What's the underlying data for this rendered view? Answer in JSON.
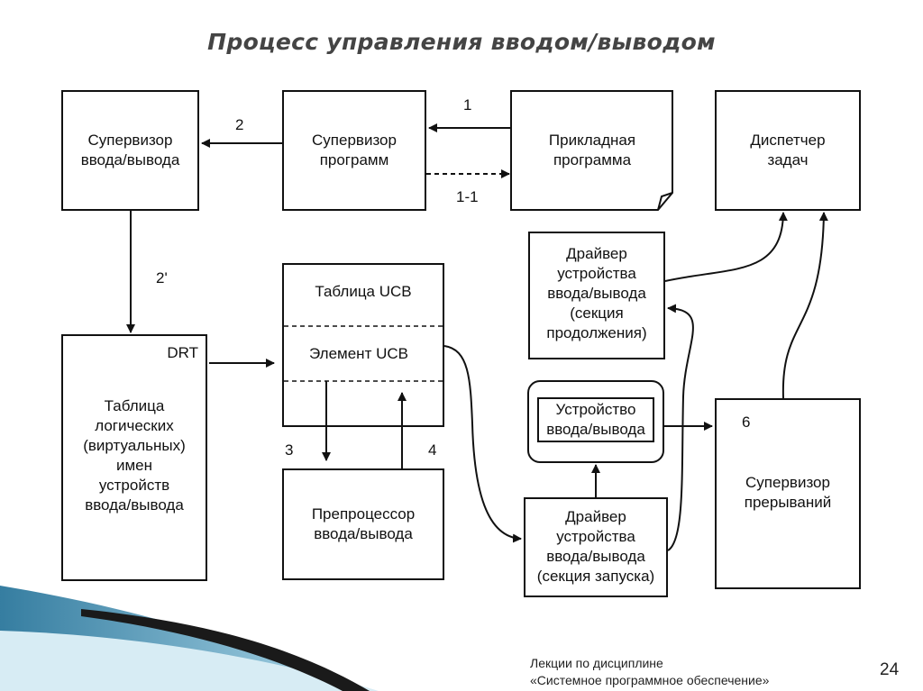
{
  "title": "Процесс управления вводом/выводом",
  "blocks": {
    "io_supervisor": "Супервизор\nввода/вывода",
    "program_supervisor": "Супервизор\nпрограмм",
    "application_program": "Прикладная\nпрограмма",
    "task_dispatcher": "Диспетчер\nзадач",
    "driver_continuation": "Драйвер\nустройства\nввода/вывода\n(секция\nпродолжения)",
    "ucb_table": "Таблица UCB",
    "ucb_element": "Элемент UCB",
    "drt_label": "DRT",
    "logical_names_table": "Таблица\nлогических\n(виртуальных)\nимен\nустройств\nввода/вывода",
    "io_preprocessor": "Препроцессор\nввода/вывода",
    "io_device": "Устройство\nввода/вывода",
    "driver_start": "Драйвер\nустройства\nввода/вывода\n(секция запуска)",
    "interrupt_supervisor": "Супервизор\nпрерываний"
  },
  "edge_labels": {
    "e1": "1",
    "e1_1": "1-1",
    "e2": "2",
    "e2p": "2'",
    "e3": "3",
    "e4": "4",
    "e6": "6"
  },
  "footer": {
    "course": "Лекции по дисциплине\n«Системное программное обеспечение»",
    "page": "24"
  }
}
